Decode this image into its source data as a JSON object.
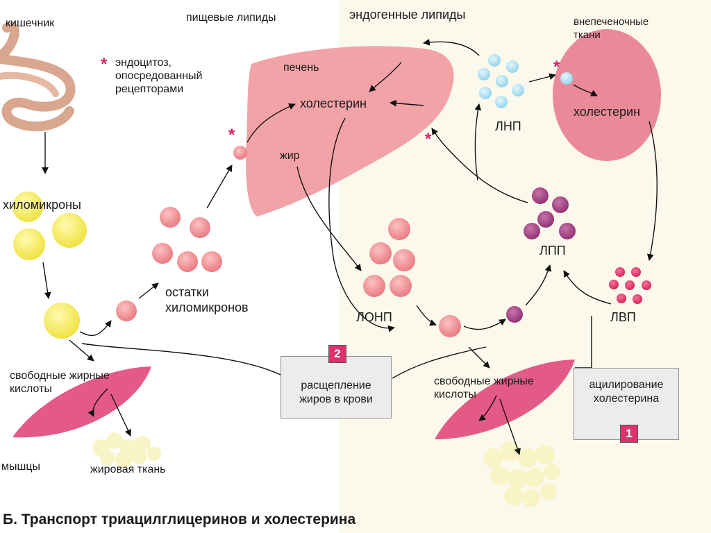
{
  "labels": {
    "intestine": "кишечник",
    "dietary_lipids": "пищевые липиды",
    "endogenous_lipids": "эндогенные липиды",
    "extrahepatic_tissues": "внепеченочные\nткани",
    "liver": "печень",
    "cholesterol_liver": "холестерин",
    "cholesterol_tissue": "холестерин",
    "fat": "жир",
    "chylomicrons": "хиломикроны",
    "chylomicron_remnants": "остатки\nхиломикронов",
    "ldl": "ЛНП",
    "idl": "ЛПП",
    "vldl": "ЛОНП",
    "hdl": "ЛВП",
    "ffa_left": "свободные жирные\nкислоты",
    "ffa_right": "свободные жирные\nкислоты",
    "muscles": "мышцы",
    "adipose": "жировая ткань",
    "legend_star": "*",
    "legend_text": "эндоцитоз,\nопосредованный\nрецепторами"
  },
  "boxes": {
    "lipolysis": {
      "number": "2",
      "text": "расщепление\nжиров в крови"
    },
    "acylation": {
      "number": "1",
      "text": "ацилирование\nхолестерина"
    }
  },
  "caption": "Б. Транспорт триацилглицеринов и холестерина",
  "colors": {
    "liver": "#f2a3a8",
    "tissue": "#ea8a98",
    "muscle": "#e45a86",
    "yellow": "#f6ec5a",
    "remnant": "#f08e92",
    "ldl": "#a6ddf0",
    "idl": "#a03b80",
    "hdl": "#e8336c",
    "adipose": "#f8f4c6",
    "star": "#e0206a"
  }
}
